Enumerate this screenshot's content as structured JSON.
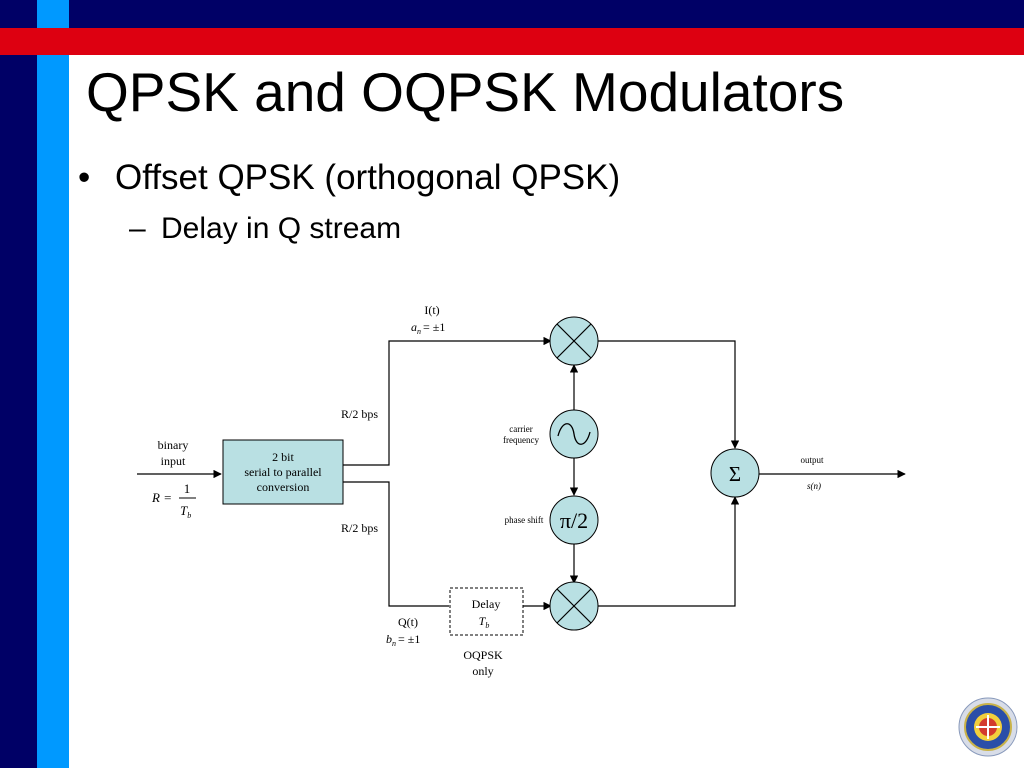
{
  "slide": {
    "title": "QPSK and OQPSK Modulators",
    "bullet_marker": "•",
    "bullet1": "Offset QPSK (orthogonal QPSK)",
    "sub_marker": "–",
    "bullet2": "Delay in Q stream"
  },
  "diagram": {
    "input_label_line1": "binary",
    "input_label_line2": "input",
    "rate_lhs": "R =",
    "rate_num": "1",
    "rate_den_T": "T",
    "rate_den_sub": "b",
    "converter_line1": "2 bit",
    "converter_line2": "serial to parallel",
    "converter_line3": "conversion",
    "upper_rate": "R/2 bps",
    "lower_rate": "R/2 bps",
    "i_stream_label": "I(t)",
    "i_symbol": "a",
    "i_symbol_sub": "n",
    "i_values": "= ±1",
    "q_stream_label": "Q(t)",
    "q_symbol": "b",
    "q_symbol_sub": "n",
    "q_values": "= ±1",
    "carrier_line1": "carrier",
    "carrier_line2": "frequency",
    "phase_label": "phase shift",
    "phase_value": "π/2",
    "sum_symbol": "Σ",
    "output_label": "output",
    "output_signal": "s(n)",
    "delay_line1": "Delay",
    "delay_T": "T",
    "delay_sub": "b",
    "oqpsk_note_line1": "OQPSK",
    "oqpsk_note_line2": "only"
  },
  "colors": {
    "navy": "#000066",
    "cyan": "#0099ff",
    "red": "#dd0011",
    "block_fill": "#b9e0e3"
  },
  "icons": [
    "multiplier-icon",
    "oscillator-icon",
    "seal-logo"
  ]
}
